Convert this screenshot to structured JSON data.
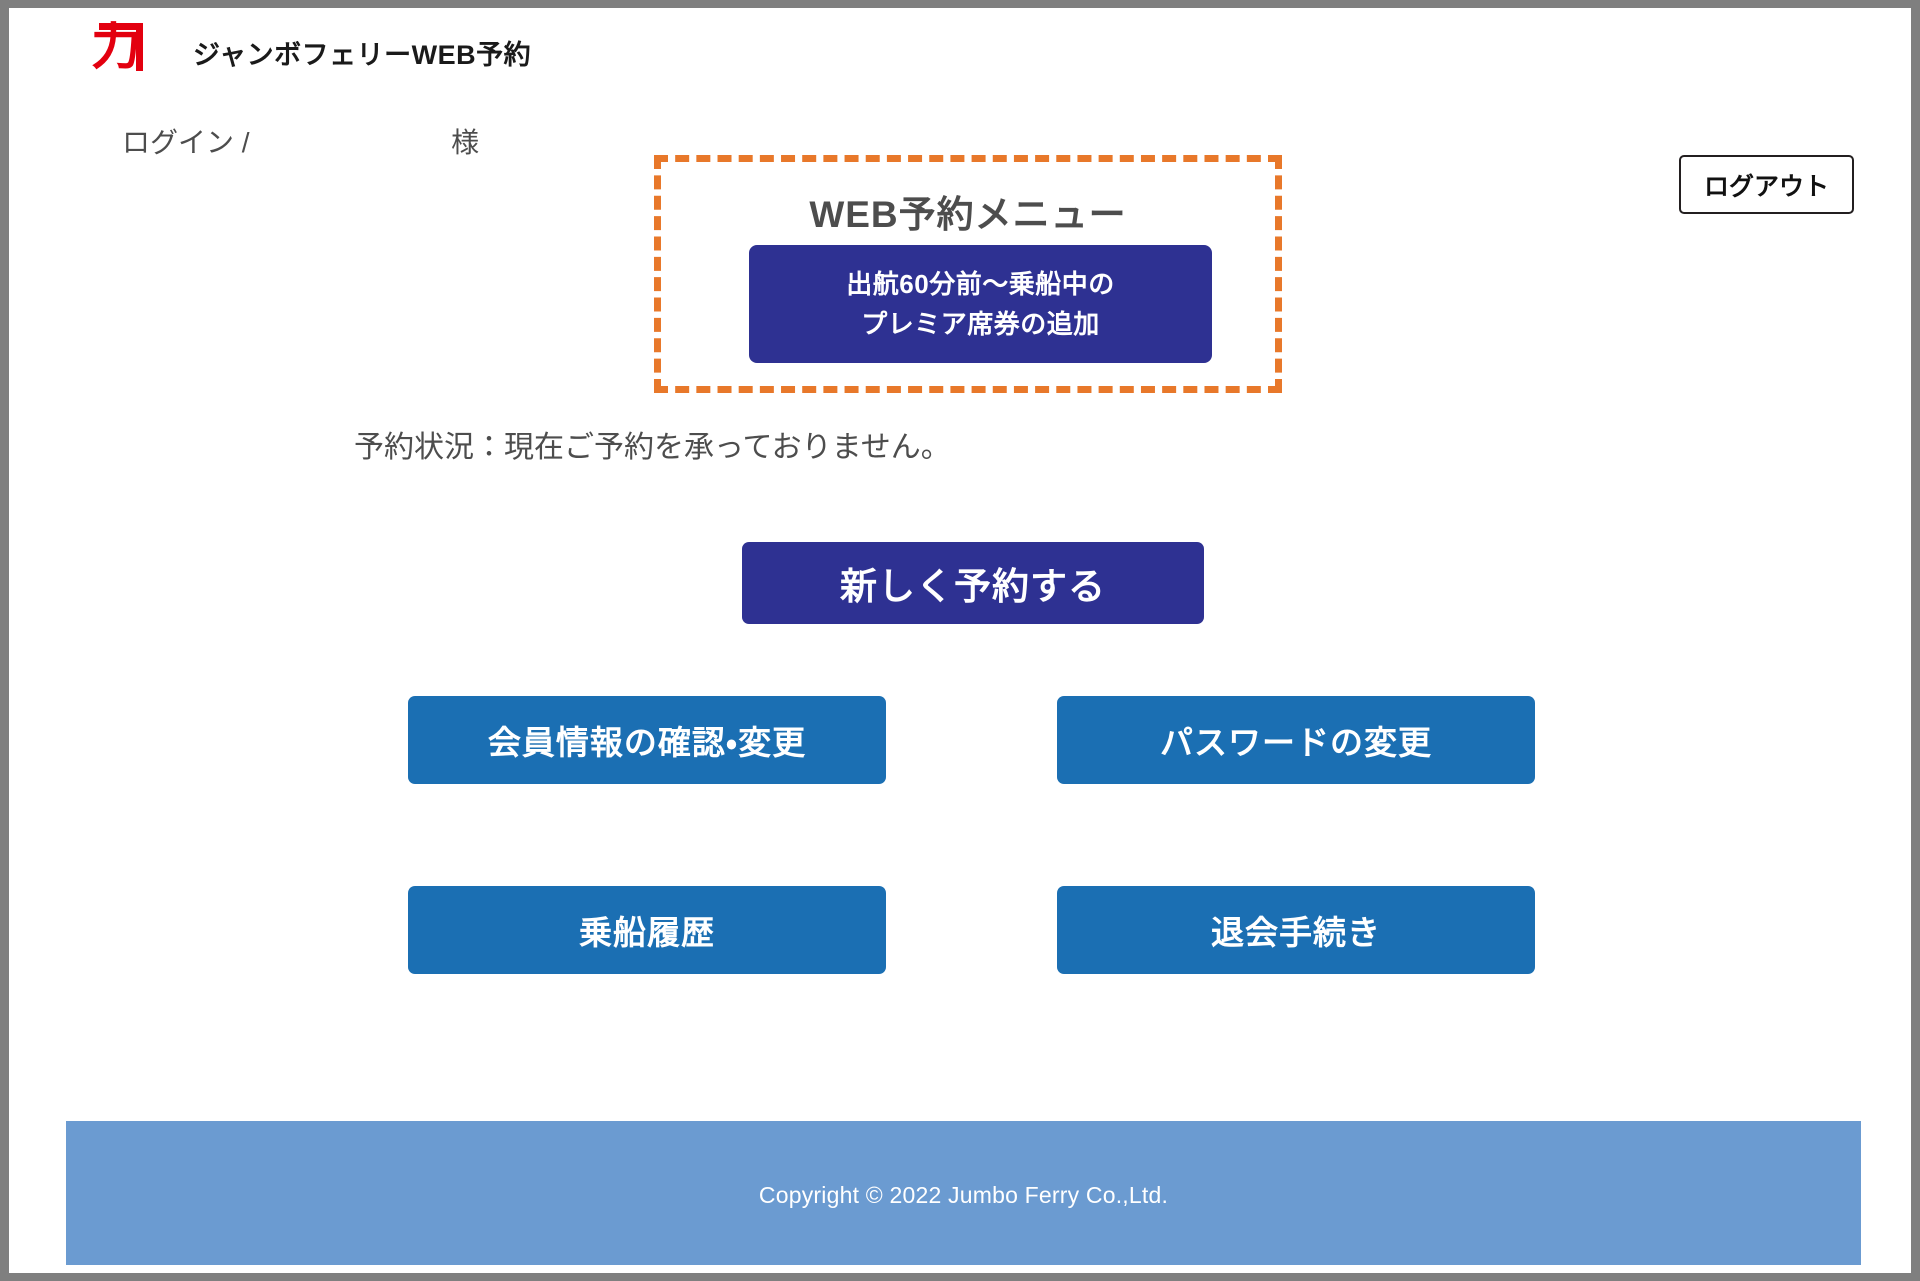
{
  "header": {
    "logo_icon": "jumbo-ferry-ka-logo",
    "logo_glyph": "力",
    "title": "ジャンボフェリーWEB予約"
  },
  "account": {
    "login_label": "ログイン /",
    "user_name": "",
    "honorific": "様",
    "logout_label": "ログアウト"
  },
  "web_menu": {
    "title": "WEB予約メニュー",
    "premium_button": {
      "line1": "出航60分前〜乗船中の",
      "line2": "プレミア席券の追加"
    },
    "border_color": "#e8782a"
  },
  "reservation": {
    "status_text": "予約状況：現在ご予約を承っておりません。"
  },
  "actions": {
    "new_reservation": "新しく予約する",
    "member_info": "会員情報の確認・変更",
    "change_password": "パスワードの変更",
    "boarding_history": "乗船履歴",
    "withdrawal": "退会手続き"
  },
  "footer": {
    "copyright": "Copyright © 2022 Jumbo Ferry Co.,Ltd.",
    "background_color": "#6b9bd1"
  },
  "colors": {
    "primary_dark_blue": "#2e3192",
    "secondary_blue": "#1b6fb3",
    "accent_orange": "#e8782a",
    "logo_red": "#e3000f",
    "text_gray": "#4d4d4d",
    "page_background": "#ffffff",
    "frame_gray": "#7f7f7f"
  }
}
